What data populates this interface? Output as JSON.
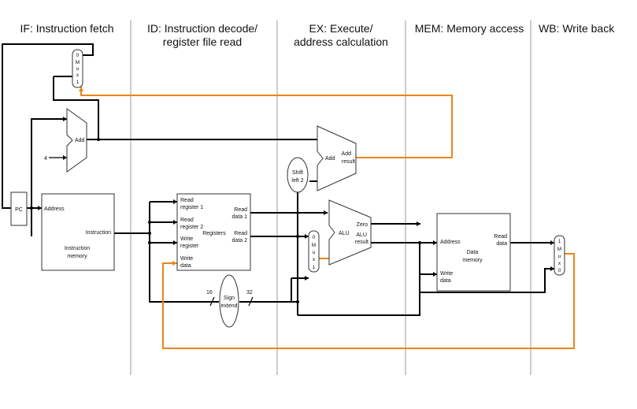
{
  "stages": [
    {
      "id": "if",
      "label": "IF: Instruction fetch",
      "lines": [
        "IF: Instruction fetch"
      ]
    },
    {
      "id": "id",
      "label": "ID: Instruction decode/ register file read",
      "lines": [
        "ID: Instruction decode/",
        "register file read"
      ]
    },
    {
      "id": "ex",
      "label": "EX: Execute/ address calculation",
      "lines": [
        "EX: Execute/",
        "address calculation"
      ]
    },
    {
      "id": "mem",
      "label": "MEM: Memory access",
      "lines": [
        "MEM: Memory access"
      ]
    },
    {
      "id": "wb",
      "label": "WB: Write back",
      "lines": [
        "WB: Write back"
      ]
    }
  ],
  "pc": {
    "label": "PC"
  },
  "mux_if": {
    "top": "0",
    "m": "M",
    "u": "u",
    "x": "x",
    "bottom": "1"
  },
  "adder_if": {
    "label": "Add",
    "const": "4"
  },
  "instr_mem": {
    "address": "Address",
    "instruction": "Instruction",
    "title1": "Instruction",
    "title2": "memory"
  },
  "registers": {
    "read_reg1_a": "Read",
    "read_reg1_b": "register 1",
    "read_reg2_a": "Read",
    "read_reg2_b": "register 2",
    "write_reg_a": "Write",
    "write_reg_b": "register",
    "write_data_a": "Write",
    "write_data_b": "data",
    "read_data1_a": "Read",
    "read_data1_b": "data 1",
    "read_data2_a": "Read",
    "read_data2_b": "data 2",
    "title": "Registers"
  },
  "sign_extend": {
    "a": "Sign",
    "b": "extend",
    "in_width": "16",
    "out_width": "32"
  },
  "shift_left": {
    "a": "Shift",
    "b": "left 2"
  },
  "adder_ex": {
    "label": "Add",
    "result_a": "Add",
    "result_b": "result"
  },
  "mux_ex": {
    "top": "0",
    "m": "M",
    "u": "u",
    "x": "x",
    "bottom": "1"
  },
  "alu": {
    "label": "ALU",
    "zero": "Zero",
    "result_a": "ALU",
    "result_b": "result"
  },
  "data_mem": {
    "address": "Address",
    "read_a": "Read",
    "read_b": "data",
    "write_a": "Write",
    "write_b": "data",
    "title1": "Data",
    "title2": "memory"
  },
  "mux_wb": {
    "top": "1",
    "m": "M",
    "u": "u",
    "x": "x",
    "bottom": "0"
  },
  "colors": {
    "wire": "#000000",
    "control": "#e8861a",
    "divider": "#9a9a9a"
  }
}
